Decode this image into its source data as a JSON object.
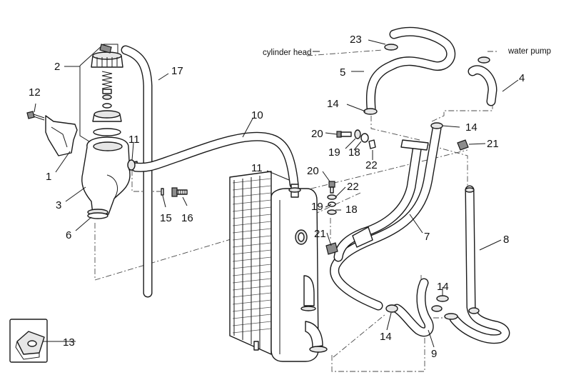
{
  "callouts": {
    "c1": "1",
    "c2": "2",
    "c3": "3",
    "c4": "4",
    "c5": "5",
    "c6": "6",
    "c7": "7",
    "c8": "8",
    "c9": "9",
    "c10": "10",
    "c11a": "11",
    "c11b": "11",
    "c12": "12",
    "c13": "13",
    "c14a": "14",
    "c14b": "14",
    "c14c": "14",
    "c14d": "14",
    "c15": "15",
    "c16": "16",
    "c17": "17",
    "c18a": "18",
    "c18b": "18",
    "c19a": "19",
    "c19b": "19",
    "c20a": "20",
    "c20b": "20",
    "c21a": "21",
    "c21b": "21",
    "c22a": "22",
    "c22b": "22",
    "c23": "23"
  },
  "notes": {
    "cylinder_head": "cylinder head",
    "water_pump": "water pump"
  }
}
